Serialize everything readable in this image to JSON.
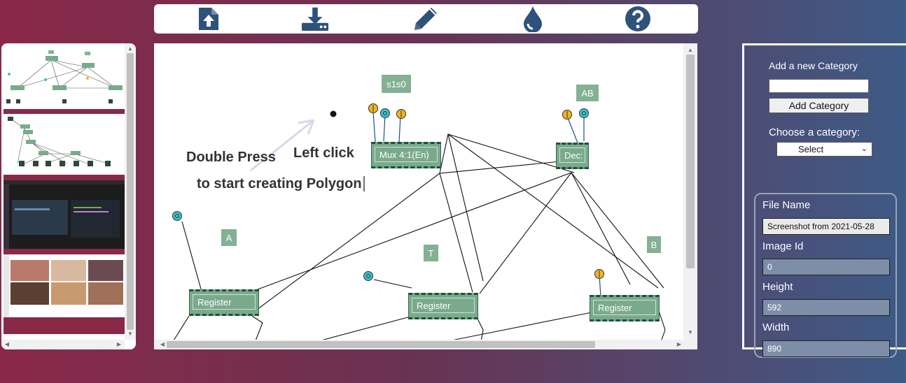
{
  "toolbar": {
    "icons": [
      "file-upload-icon",
      "download-icon",
      "pencil-icon",
      "drop-icon",
      "help-icon"
    ],
    "accent": "#2e5279"
  },
  "canvas": {
    "tags": {
      "s1s0": "s1s0",
      "ab": "AB",
      "a": "A",
      "t": "T",
      "b": "B"
    },
    "blocks": {
      "mux": "Mux 4:1(En)",
      "dec": "Dec:",
      "reg1": "Register",
      "reg2": "Register",
      "reg3": "Register"
    },
    "hints": {
      "double_press": "Double Press",
      "left_click": "Left click",
      "polygon": "to start creating Polygon"
    },
    "colors": {
      "block": "#7aaa8c",
      "tag": "#84b094",
      "pin_yellow": "#f2b51f",
      "pin_cyan": "#39c3cf"
    }
  },
  "sidebar": {
    "add_category_label": "Add a new Category",
    "new_category_value": "",
    "add_category_button": "Add Category",
    "choose_category_label": "Choose a category:",
    "category_selected": "Select",
    "meta": {
      "file_name_label": "File Name",
      "file_name_value": "Screenshot from 2021-05-28",
      "image_id_label": "Image Id",
      "image_id_value": "0",
      "height_label": "Height",
      "height_value": "592",
      "width_label": "Width",
      "width_value": "890"
    }
  }
}
